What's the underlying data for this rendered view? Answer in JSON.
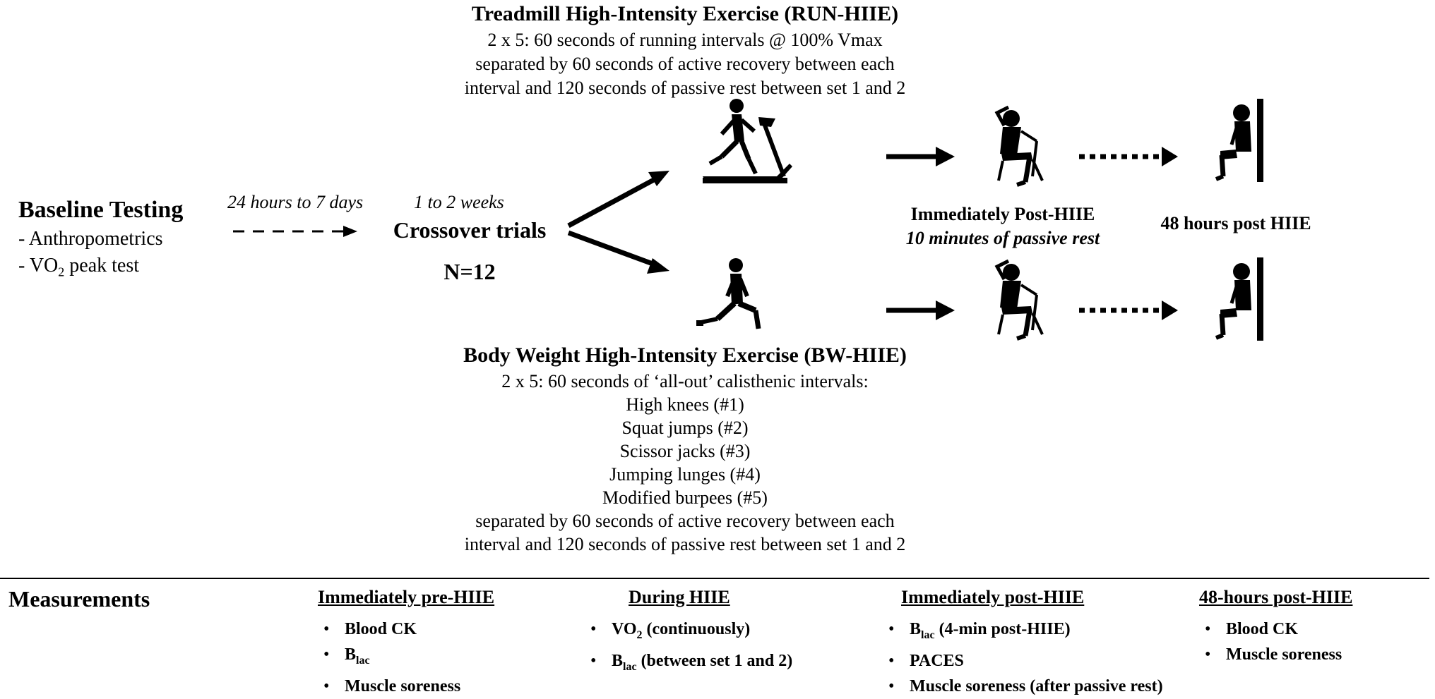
{
  "run": {
    "title": "Treadmill High-Intensity Exercise (RUN-HIIE)",
    "lines": [
      "2 x 5: 60 seconds of running intervals @ 100%  Vmax",
      "separated by 60 seconds of active recovery between each",
      "interval and 120 seconds of passive rest between set 1 and 2"
    ]
  },
  "baseline": {
    "title": "Baseline Testing",
    "item1": "- Anthropometrics",
    "item2_prefix": "- VO",
    "item2_sub": "2",
    "item2_suffix": " peak test"
  },
  "timing": {
    "first": "24 hours to 7 days",
    "second": "1  to 2 weeks"
  },
  "crossover": {
    "title": "Crossover trials",
    "n": "N=12"
  },
  "post_immediate": {
    "title": "Immediately Post-HIIE",
    "subtitle": "10 minutes of passive rest"
  },
  "post_48": {
    "title": "48 hours post HIIE"
  },
  "bw": {
    "title": "Body Weight High-Intensity Exercise (BW-HIIE)",
    "lines": [
      "2 x 5: 60 seconds of ‘all-out’ calisthenic intervals:",
      "High knees (#1)",
      "Squat jumps (#2)",
      "Scissor jacks (#3)",
      "Jumping lunges (#4)",
      "Modified burpees (#5)",
      "separated by 60 seconds of active recovery between each",
      "interval and 120 seconds of passive rest between set 1 and 2"
    ]
  },
  "measurements": {
    "title": "Measurements",
    "pre": {
      "heading": "Immediately pre-HIIE",
      "items": [
        "Blood CK",
        "Muscle soreness"
      ],
      "blac_base": "B",
      "blac_sub": "lac"
    },
    "during": {
      "heading": "During HIIE",
      "vo2_base": "VO",
      "vo2_sub": "2",
      "vo2_rest": " (continuously)",
      "blac_base": "B",
      "blac_sub": "lac",
      "blac_rest": " (between set 1 and 2)"
    },
    "post": {
      "heading": "Immediately post-HIIE",
      "blac_base": "B",
      "blac_sub": "lac",
      "blac_rest": " (4-min post-HIIE)",
      "items": [
        "PACES",
        "Muscle soreness (after passive rest)"
      ]
    },
    "h48": {
      "heading": "48-hours post-HIIE",
      "items": [
        "Blood CK",
        "Muscle soreness"
      ]
    }
  },
  "icons": [
    "treadmill-runner-icon",
    "lunge-figure-icon",
    "seated-rest-icon",
    "wall-sit-icon"
  ]
}
